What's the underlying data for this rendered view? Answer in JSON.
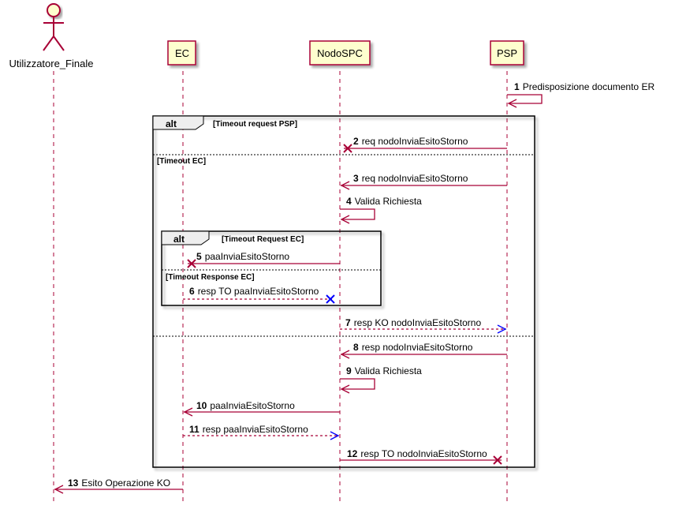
{
  "participants": [
    {
      "id": "user",
      "label": "Utilizzatore_Finale",
      "type": "actor"
    },
    {
      "id": "ec",
      "label": "EC",
      "type": "box"
    },
    {
      "id": "nodo",
      "label": "NodoSPC",
      "type": "box"
    },
    {
      "id": "psp",
      "label": "PSP",
      "type": "box"
    }
  ],
  "groups": [
    {
      "id": "outer",
      "keyword": "alt",
      "conditions": [
        "[Timeout request PSP]",
        "[Timeout EC]",
        ""
      ]
    },
    {
      "id": "inner",
      "keyword": "alt",
      "conditions": [
        "[Timeout Request EC]",
        "[Timeout Response EC]"
      ]
    }
  ],
  "messages": [
    {
      "n": "1",
      "text": "Predisposizione documento ER",
      "from": "psp",
      "to": "psp",
      "style": "solid",
      "end": "arrow"
    },
    {
      "n": "2",
      "text": "req nodoInviaEsitoStorno",
      "from": "psp",
      "to": "nodo",
      "style": "solid",
      "end": "lost"
    },
    {
      "n": "3",
      "text": "req nodoInviaEsitoStorno",
      "from": "psp",
      "to": "nodo",
      "style": "solid",
      "end": "arrow"
    },
    {
      "n": "4",
      "text": "Valida Richiesta",
      "from": "nodo",
      "to": "nodo",
      "style": "solid",
      "end": "arrow"
    },
    {
      "n": "5",
      "text": "paaInviaEsitoStorno",
      "from": "nodo",
      "to": "ec",
      "style": "solid",
      "end": "lost"
    },
    {
      "n": "6",
      "text": "resp TO paaInviaEsitoStorno",
      "from": "ec",
      "to": "nodo",
      "style": "dashed",
      "end": "lost"
    },
    {
      "n": "7",
      "text": "resp KO nodoInviaEsitoStorno",
      "from": "nodo",
      "to": "psp",
      "style": "dashed",
      "end": "arrow"
    },
    {
      "n": "8",
      "text": "resp nodoInviaEsitoStorno",
      "from": "psp",
      "to": "nodo",
      "style": "solid",
      "end": "arrow"
    },
    {
      "n": "9",
      "text": "Valida Richiesta",
      "from": "nodo",
      "to": "nodo",
      "style": "solid",
      "end": "arrow"
    },
    {
      "n": "10",
      "text": "paaInviaEsitoStorno",
      "from": "nodo",
      "to": "ec",
      "style": "solid",
      "end": "arrow"
    },
    {
      "n": "11",
      "text": "resp paaInviaEsitoStorno",
      "from": "ec",
      "to": "nodo",
      "style": "dashed",
      "end": "arrow"
    },
    {
      "n": "12",
      "text": "resp TO nodoInviaEsitoStorno",
      "from": "nodo",
      "to": "psp",
      "style": "solid",
      "end": "lost"
    },
    {
      "n": "13",
      "text": "Esito Operazione KO",
      "from": "ec",
      "to": "user",
      "style": "solid",
      "end": "arrow"
    }
  ],
  "colors": {
    "participant_fill": "#FEFECE",
    "participant_border": "#A80036",
    "message_line": "#A80036",
    "return_line": "#0000FF",
    "lifeline": "#A80036",
    "group_header_fill": "#EEEEEE",
    "group_border": "#000000"
  }
}
